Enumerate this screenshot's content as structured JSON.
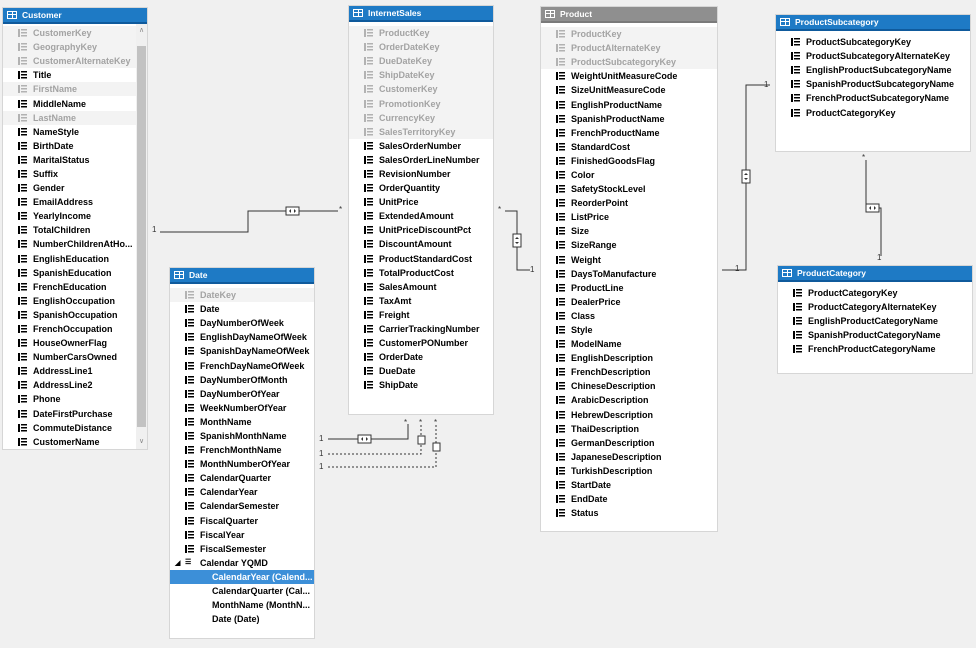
{
  "customer": {
    "title": "Customer",
    "fields": [
      {
        "name": "CustomerKey",
        "hidden": true
      },
      {
        "name": "GeographyKey",
        "hidden": true
      },
      {
        "name": "CustomerAlternateKey",
        "hidden": true
      },
      {
        "name": "Title",
        "hidden": false
      },
      {
        "name": "FirstName",
        "hidden": true
      },
      {
        "name": "MiddleName",
        "hidden": false
      },
      {
        "name": "LastName",
        "hidden": true
      },
      {
        "name": "NameStyle",
        "hidden": false
      },
      {
        "name": "BirthDate",
        "hidden": false
      },
      {
        "name": "MaritalStatus",
        "hidden": false
      },
      {
        "name": "Suffix",
        "hidden": false
      },
      {
        "name": "Gender",
        "hidden": false
      },
      {
        "name": "EmailAddress",
        "hidden": false
      },
      {
        "name": "YearlyIncome",
        "hidden": false
      },
      {
        "name": "TotalChildren",
        "hidden": false
      },
      {
        "name": "NumberChildrenAtHo...",
        "hidden": false
      },
      {
        "name": "EnglishEducation",
        "hidden": false
      },
      {
        "name": "SpanishEducation",
        "hidden": false
      },
      {
        "name": "FrenchEducation",
        "hidden": false
      },
      {
        "name": "EnglishOccupation",
        "hidden": false
      },
      {
        "name": "SpanishOccupation",
        "hidden": false
      },
      {
        "name": "FrenchOccupation",
        "hidden": false
      },
      {
        "name": "HouseOwnerFlag",
        "hidden": false
      },
      {
        "name": "NumberCarsOwned",
        "hidden": false
      },
      {
        "name": "AddressLine1",
        "hidden": false
      },
      {
        "name": "AddressLine2",
        "hidden": false
      },
      {
        "name": "Phone",
        "hidden": false
      },
      {
        "name": "DateFirstPurchase",
        "hidden": false
      },
      {
        "name": "CommuteDistance",
        "hidden": false
      },
      {
        "name": "CustomerName",
        "hidden": false
      }
    ]
  },
  "internetsales": {
    "title": "InternetSales",
    "fields": [
      {
        "name": "ProductKey",
        "hidden": true
      },
      {
        "name": "OrderDateKey",
        "hidden": true
      },
      {
        "name": "DueDateKey",
        "hidden": true
      },
      {
        "name": "ShipDateKey",
        "hidden": true
      },
      {
        "name": "CustomerKey",
        "hidden": true
      },
      {
        "name": "PromotionKey",
        "hidden": true
      },
      {
        "name": "CurrencyKey",
        "hidden": true
      },
      {
        "name": "SalesTerritoryKey",
        "hidden": true
      },
      {
        "name": "SalesOrderNumber",
        "hidden": false
      },
      {
        "name": "SalesOrderLineNumber",
        "hidden": false
      },
      {
        "name": "RevisionNumber",
        "hidden": false
      },
      {
        "name": "OrderQuantity",
        "hidden": false
      },
      {
        "name": "UnitPrice",
        "hidden": false
      },
      {
        "name": "ExtendedAmount",
        "hidden": false
      },
      {
        "name": "UnitPriceDiscountPct",
        "hidden": false
      },
      {
        "name": "DiscountAmount",
        "hidden": false
      },
      {
        "name": "ProductStandardCost",
        "hidden": false
      },
      {
        "name": "TotalProductCost",
        "hidden": false
      },
      {
        "name": "SalesAmount",
        "hidden": false
      },
      {
        "name": "TaxAmt",
        "hidden": false
      },
      {
        "name": "Freight",
        "hidden": false
      },
      {
        "name": "CarrierTrackingNumber",
        "hidden": false
      },
      {
        "name": "CustomerPONumber",
        "hidden": false
      },
      {
        "name": "OrderDate",
        "hidden": false
      },
      {
        "name": "DueDate",
        "hidden": false
      },
      {
        "name": "ShipDate",
        "hidden": false
      }
    ]
  },
  "product": {
    "title": "Product",
    "fields": [
      {
        "name": "ProductKey",
        "hidden": true
      },
      {
        "name": "ProductAlternateKey",
        "hidden": true
      },
      {
        "name": "ProductSubcategoryKey",
        "hidden": true
      },
      {
        "name": "WeightUnitMeasureCode",
        "hidden": false
      },
      {
        "name": "SizeUnitMeasureCode",
        "hidden": false
      },
      {
        "name": "EnglishProductName",
        "hidden": false
      },
      {
        "name": "SpanishProductName",
        "hidden": false
      },
      {
        "name": "FrenchProductName",
        "hidden": false
      },
      {
        "name": "StandardCost",
        "hidden": false
      },
      {
        "name": "FinishedGoodsFlag",
        "hidden": false
      },
      {
        "name": "Color",
        "hidden": false
      },
      {
        "name": "SafetyStockLevel",
        "hidden": false
      },
      {
        "name": "ReorderPoint",
        "hidden": false
      },
      {
        "name": "ListPrice",
        "hidden": false
      },
      {
        "name": "Size",
        "hidden": false
      },
      {
        "name": "SizeRange",
        "hidden": false
      },
      {
        "name": "Weight",
        "hidden": false
      },
      {
        "name": "DaysToManufacture",
        "hidden": false
      },
      {
        "name": "ProductLine",
        "hidden": false
      },
      {
        "name": "DealerPrice",
        "hidden": false
      },
      {
        "name": "Class",
        "hidden": false
      },
      {
        "name": "Style",
        "hidden": false
      },
      {
        "name": "ModelName",
        "hidden": false
      },
      {
        "name": "EnglishDescription",
        "hidden": false
      },
      {
        "name": "FrenchDescription",
        "hidden": false
      },
      {
        "name": "ChineseDescription",
        "hidden": false
      },
      {
        "name": "ArabicDescription",
        "hidden": false
      },
      {
        "name": "HebrewDescription",
        "hidden": false
      },
      {
        "name": "ThaiDescription",
        "hidden": false
      },
      {
        "name": "GermanDescription",
        "hidden": false
      },
      {
        "name": "JapaneseDescription",
        "hidden": false
      },
      {
        "name": "TurkishDescription",
        "hidden": false
      },
      {
        "name": "StartDate",
        "hidden": false
      },
      {
        "name": "EndDate",
        "hidden": false
      },
      {
        "name": "Status",
        "hidden": false
      }
    ]
  },
  "productsubcategory": {
    "title": "ProductSubcategory",
    "fields": [
      {
        "name": "ProductSubcategoryKey",
        "hidden": false
      },
      {
        "name": "ProductSubcategoryAlternateKey",
        "hidden": false
      },
      {
        "name": "EnglishProductSubcategoryName",
        "hidden": false
      },
      {
        "name": "SpanishProductSubcategoryName",
        "hidden": false
      },
      {
        "name": "FrenchProductSubcategoryName",
        "hidden": false
      },
      {
        "name": "ProductCategoryKey",
        "hidden": false
      }
    ]
  },
  "productcategory": {
    "title": "ProductCategory",
    "fields": [
      {
        "name": "ProductCategoryKey",
        "hidden": false
      },
      {
        "name": "ProductCategoryAlternateKey",
        "hidden": false
      },
      {
        "name": "EnglishProductCategoryName",
        "hidden": false
      },
      {
        "name": "SpanishProductCategoryName",
        "hidden": false
      },
      {
        "name": "FrenchProductCategoryName",
        "hidden": false
      }
    ]
  },
  "date": {
    "title": "Date",
    "fields": [
      {
        "name": "DateKey",
        "hidden": true
      },
      {
        "name": "Date",
        "hidden": false
      },
      {
        "name": "DayNumberOfWeek",
        "hidden": false
      },
      {
        "name": "EnglishDayNameOfWeek",
        "hidden": false
      },
      {
        "name": "SpanishDayNameOfWeek",
        "hidden": false
      },
      {
        "name": "FrenchDayNameOfWeek",
        "hidden": false
      },
      {
        "name": "DayNumberOfMonth",
        "hidden": false
      },
      {
        "name": "DayNumberOfYear",
        "hidden": false
      },
      {
        "name": "WeekNumberOfYear",
        "hidden": false
      },
      {
        "name": "MonthName",
        "hidden": false
      },
      {
        "name": "SpanishMonthName",
        "hidden": false
      },
      {
        "name": "FrenchMonthName",
        "hidden": false
      },
      {
        "name": "MonthNumberOfYear",
        "hidden": false
      },
      {
        "name": "CalendarQuarter",
        "hidden": false
      },
      {
        "name": "CalendarYear",
        "hidden": false
      },
      {
        "name": "CalendarSemester",
        "hidden": false
      },
      {
        "name": "FiscalQuarter",
        "hidden": false
      },
      {
        "name": "FiscalYear",
        "hidden": false
      },
      {
        "name": "FiscalSemester",
        "hidden": false
      }
    ],
    "hierarchy": {
      "name": "Calendar YQMD",
      "levels": [
        {
          "name": "CalendarYear (Calend...",
          "selected": true
        },
        {
          "name": "CalendarQuarter (Cal...",
          "selected": false
        },
        {
          "name": "MonthName (MonthN...",
          "selected": false
        },
        {
          "name": "Date (Date)",
          "selected": false
        }
      ]
    }
  },
  "relationships": {
    "one": "1",
    "many": "*"
  }
}
